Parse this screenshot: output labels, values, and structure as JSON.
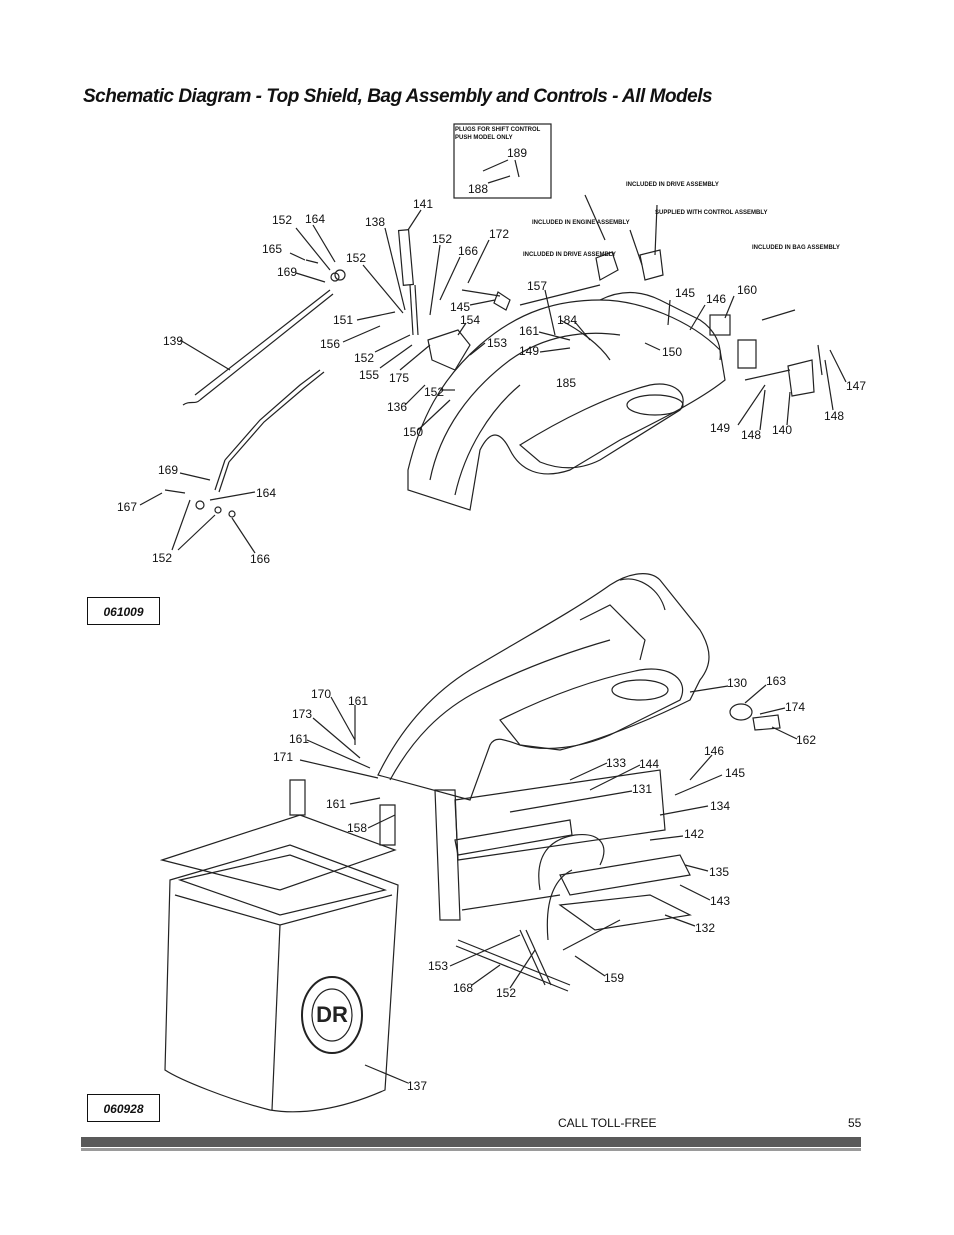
{
  "page": {
    "title": "Schematic Diagram - Top Shield, Bag Assembly and Controls - All Models",
    "footer_text": "CALL TOLL-FREE",
    "page_number": "55"
  },
  "inset": {
    "line1": "PLUGS FOR SHIFT CONTROL",
    "line2": "PUSH MODEL ONLY",
    "parts": [
      "189",
      "188"
    ]
  },
  "notes": {
    "drive_assembly_1": "INCLUDED IN DRIVE ASSEMBLY",
    "control_assembly": "SUPPLIED WITH CONTROL ASSEMBLY",
    "engine_assembly": "INCLUDED IN ENGINE ASSEMBLY",
    "drive_assembly_2": "INCLUDED IN DRIVE ASSEMBLY",
    "bag_assembly": "INCLUDED IN BAG ASSEMBLY"
  },
  "codes": {
    "upper": "061009",
    "lower": "060928"
  },
  "logo": {
    "text": "DR"
  },
  "callouts_upper": [
    "152",
    "164",
    "165",
    "169",
    "138",
    "141",
    "152",
    "166",
    "172",
    "152",
    "151",
    "156",
    "152",
    "155",
    "175",
    "154",
    "153",
    "145",
    "157",
    "161",
    "184",
    "149",
    "185",
    "145",
    "146",
    "160",
    "150",
    "139",
    "136",
    "152",
    "150",
    "147",
    "148",
    "149",
    "148",
    "140",
    "169",
    "167",
    "164",
    "152",
    "166"
  ],
  "callouts_lower": [
    "170",
    "161",
    "173",
    "161",
    "171",
    "161",
    "158",
    "130",
    "163",
    "174",
    "162",
    "146",
    "145",
    "133",
    "144",
    "131",
    "134",
    "142",
    "135",
    "143",
    "132",
    "153",
    "168",
    "152",
    "159",
    "137"
  ]
}
